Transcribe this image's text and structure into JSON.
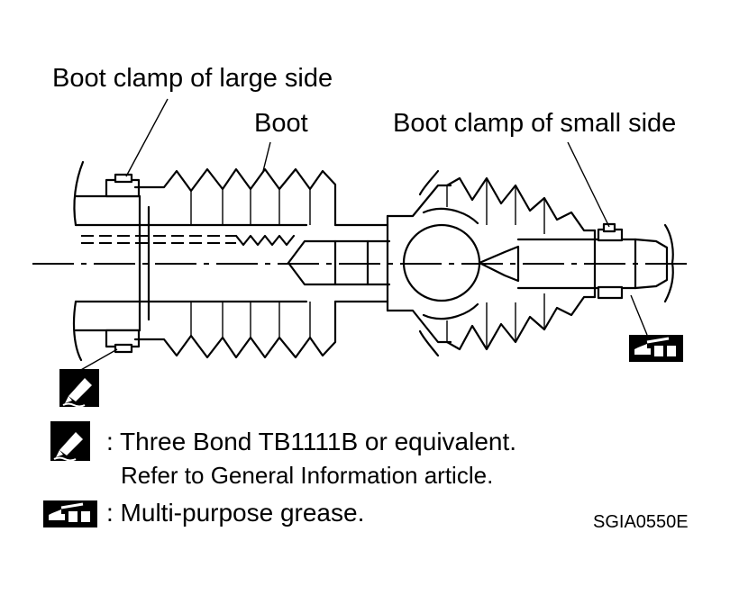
{
  "callouts": {
    "boot_clamp_large": "Boot clamp of large side",
    "boot": "Boot",
    "boot_clamp_small": "Boot clamp of small side"
  },
  "legend": {
    "sealant_text": ": Three Bond TB1111B or equivalent.",
    "sealant_ref": "Refer to General Information article.",
    "grease_text": ": Multi-purpose grease."
  },
  "figure_code": "SGIA0550E",
  "icons": {
    "sealant": "sealant-tube-icon",
    "grease": "grease-gun-icon"
  }
}
